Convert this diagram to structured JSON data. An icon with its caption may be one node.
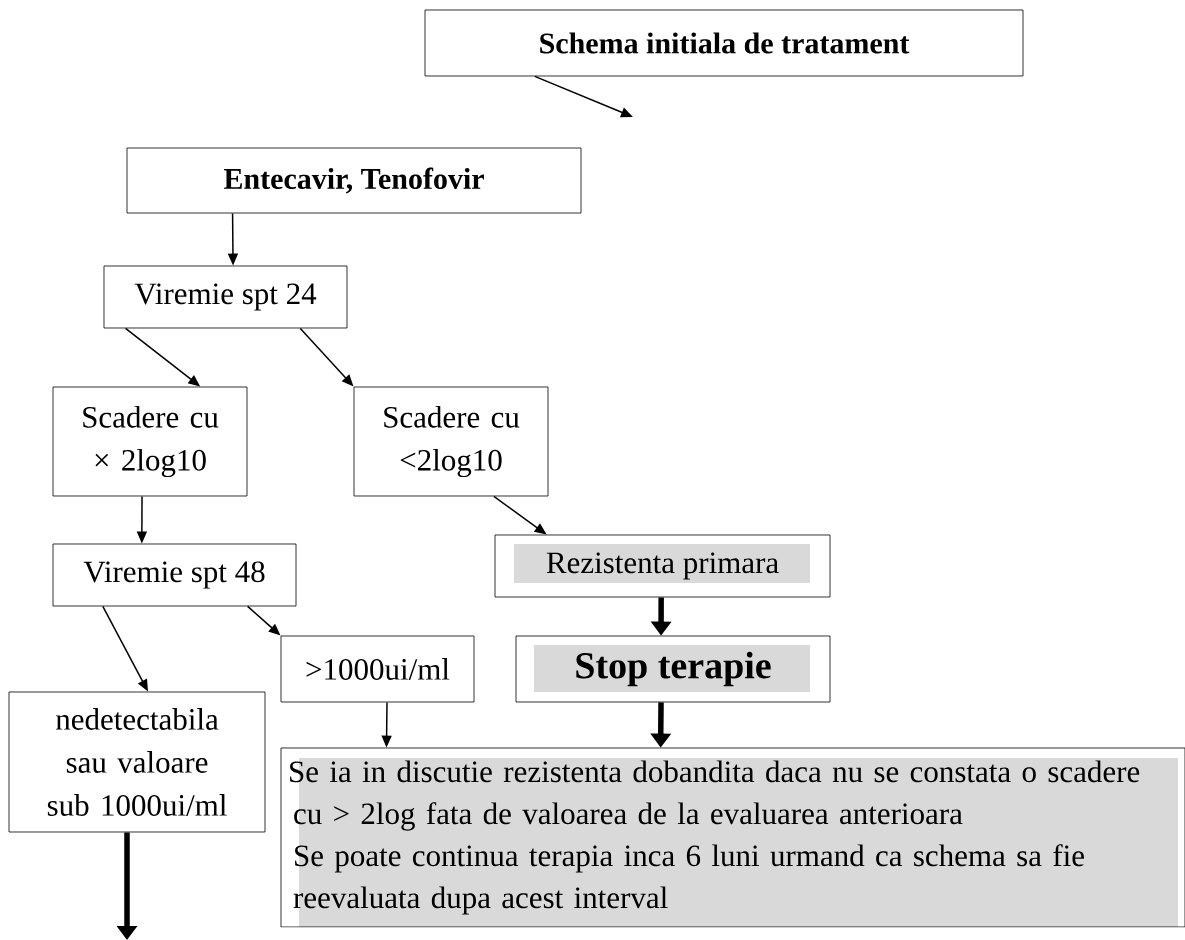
{
  "diagram": {
    "nodes": [
      {
        "text": [
          "Schema initiala de tratament"
        ]
      },
      {
        "text": [
          "Entecavir, Tenofovir"
        ]
      },
      {
        "text": [
          "Viremie spt 24"
        ]
      },
      {
        "text": [
          "Scadere cu × 2log10"
        ]
      },
      {
        "text": [
          "Scadere cu <2log10"
        ]
      },
      {
        "text": [
          "Rezistenta primara"
        ]
      },
      {
        "text": [
          "Viremie spt 48"
        ]
      },
      {
        "text": [
          ">1000ui/ml"
        ]
      },
      {
        "text": [
          "Stop terapie"
        ]
      },
      {
        "text": [
          "nedetectabila sau valoare sub 1000ui/ml"
        ]
      },
      {
        "text": [
          "Se ia in discutie rezistenta dobandita daca nu se constata o scadere cu > 2log fata de valoarea de la evaluarea anterioara",
          "Se poate continua terapia inca 6 luni urmand ca schema sa fie reevaluata dupa acest interval"
        ]
      }
    ],
    "edges": [
      {
        "from": 0,
        "to": null,
        "arrow": "to"
      },
      {
        "from": 1,
        "to": 2,
        "arrow": "to"
      },
      {
        "from": 2,
        "to": 3,
        "arrow": "to"
      },
      {
        "from": 2,
        "to": 4,
        "arrow": "to"
      },
      {
        "from": 4,
        "to": 5,
        "arrow": "to"
      },
      {
        "from": 3,
        "to": 6,
        "arrow": "to"
      },
      {
        "from": 6,
        "to": 9,
        "arrow": "to"
      },
      {
        "from": 6,
        "to": 7,
        "arrow": "to"
      },
      {
        "from": 5,
        "to": 8,
        "arrow": "to",
        "style": "thick"
      },
      {
        "from": 7,
        "to": 10,
        "arrow": "to"
      },
      {
        "from": 8,
        "to": 10,
        "arrow": "to",
        "style": "thick"
      },
      {
        "from": 9,
        "to": null,
        "arrow": "to",
        "style": "thick"
      }
    ]
  }
}
